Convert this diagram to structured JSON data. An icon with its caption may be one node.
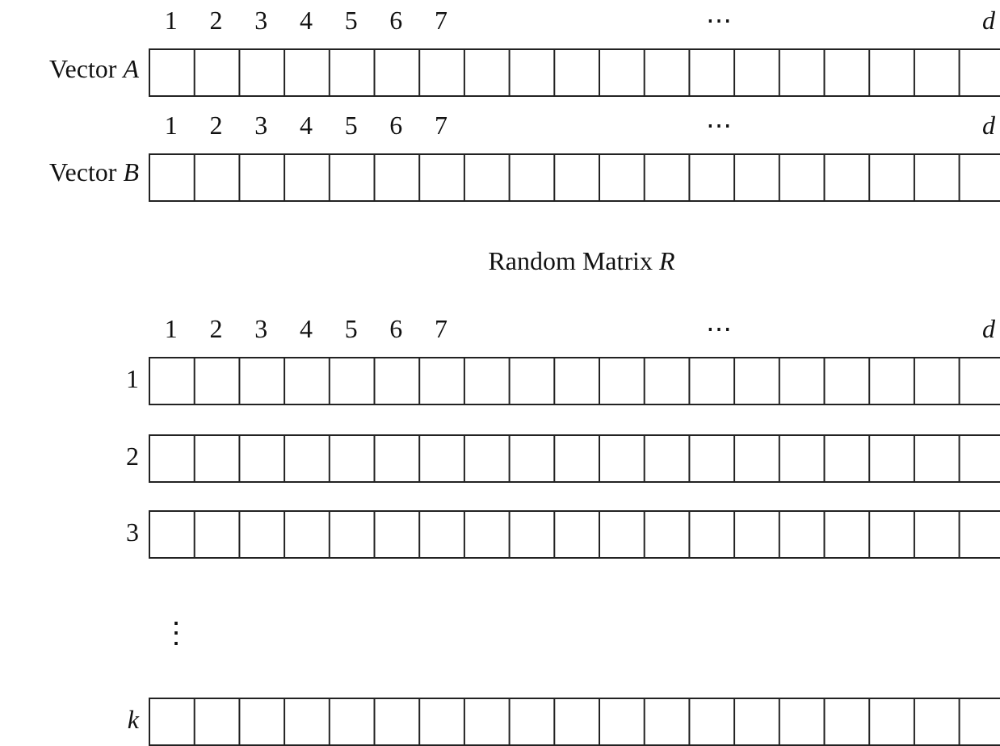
{
  "diagram": {
    "labels": [
      "1",
      "2",
      "3",
      "4",
      "5",
      "6",
      "7",
      "⋯",
      "*d*",
      "Vector *A*",
      "1",
      "2",
      "3",
      "4",
      "5",
      "6",
      "7",
      "⋯",
      "*d*",
      "Vector *B*",
      "Random Matrix *R*",
      "1",
      "2",
      "3",
      "4",
      "5",
      "6",
      "7",
      "⋯",
      "*d*",
      "1",
      "2",
      "3",
      "⋮",
      "*k*"
    ]
  }
}
